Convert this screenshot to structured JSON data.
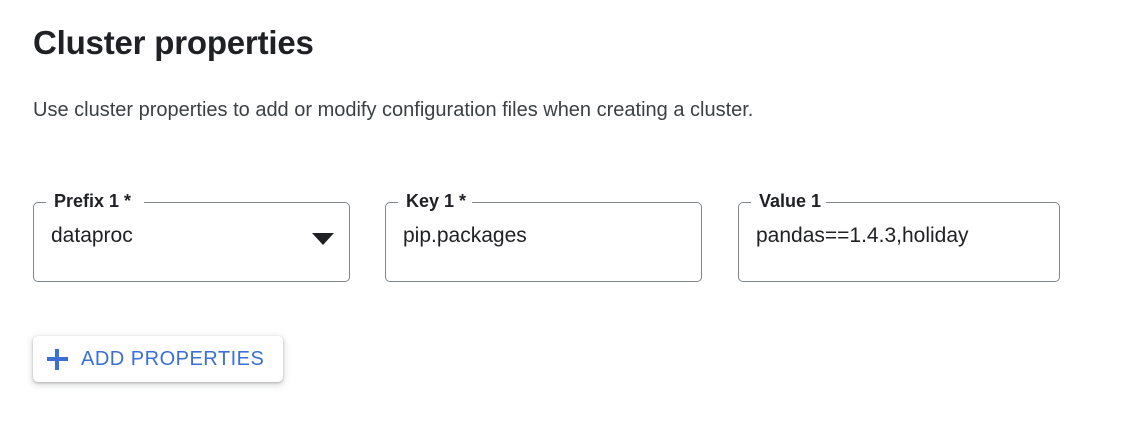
{
  "header": {
    "title": "Cluster properties",
    "subtitle": "Use cluster properties to add or modify configuration files when creating a cluster."
  },
  "colors": {
    "accent_blue": "#3b6fd4",
    "text_primary": "#202124",
    "text_secondary": "#3c4043",
    "field_border": "#80868b",
    "background": "#ffffff"
  },
  "property_row": {
    "prefix_field": {
      "label": "Prefix 1 *",
      "value": "dataproc",
      "control": "select",
      "icon": "chevron-down-icon",
      "required": true
    },
    "key_field": {
      "label": "Key 1 *",
      "value": "pip.packages",
      "control": "text",
      "required": true
    },
    "value_field": {
      "label": "Value 1",
      "value": "pandas==1.4.3,holiday",
      "control": "text",
      "required": false
    }
  },
  "actions": {
    "add_properties": {
      "label": "ADD PROPERTIES",
      "icon": "plus-icon"
    }
  }
}
